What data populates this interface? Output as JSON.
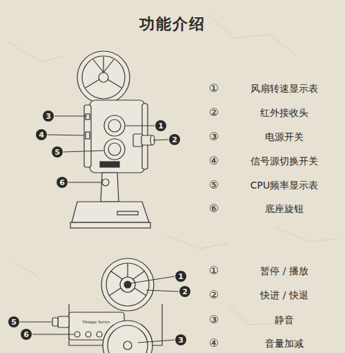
{
  "diagram": {
    "title": "功能介绍",
    "nodes": [
      {
        "text": [
          "3"
        ]
      },
      {
        "text": [
          "1"
        ]
      },
      {
        "text": [
          "4"
        ]
      },
      {
        "text": [
          "2"
        ]
      },
      {
        "text": [
          "5"
        ]
      },
      {
        "text": [
          "6"
        ]
      },
      {
        "text": [
          "1"
        ]
      },
      {
        "text": [
          "2"
        ]
      },
      {
        "text": [
          "5"
        ]
      },
      {
        "text": [
          "6"
        ]
      },
      {
        "text": [
          "3"
        ]
      }
    ],
    "labels": [
      "①",
      "风扇转速显示表",
      "②",
      "红外接收头",
      "③",
      "电源开关",
      "④",
      "信号源切换开关",
      "⑤",
      "CPU频率显示表",
      "⑥",
      "底座旋钮",
      "①",
      "暂停 / 播放",
      "②",
      "快进 / 快退",
      "③",
      "静音",
      "④",
      "音量加减",
      "Vintage Series"
    ]
  }
}
